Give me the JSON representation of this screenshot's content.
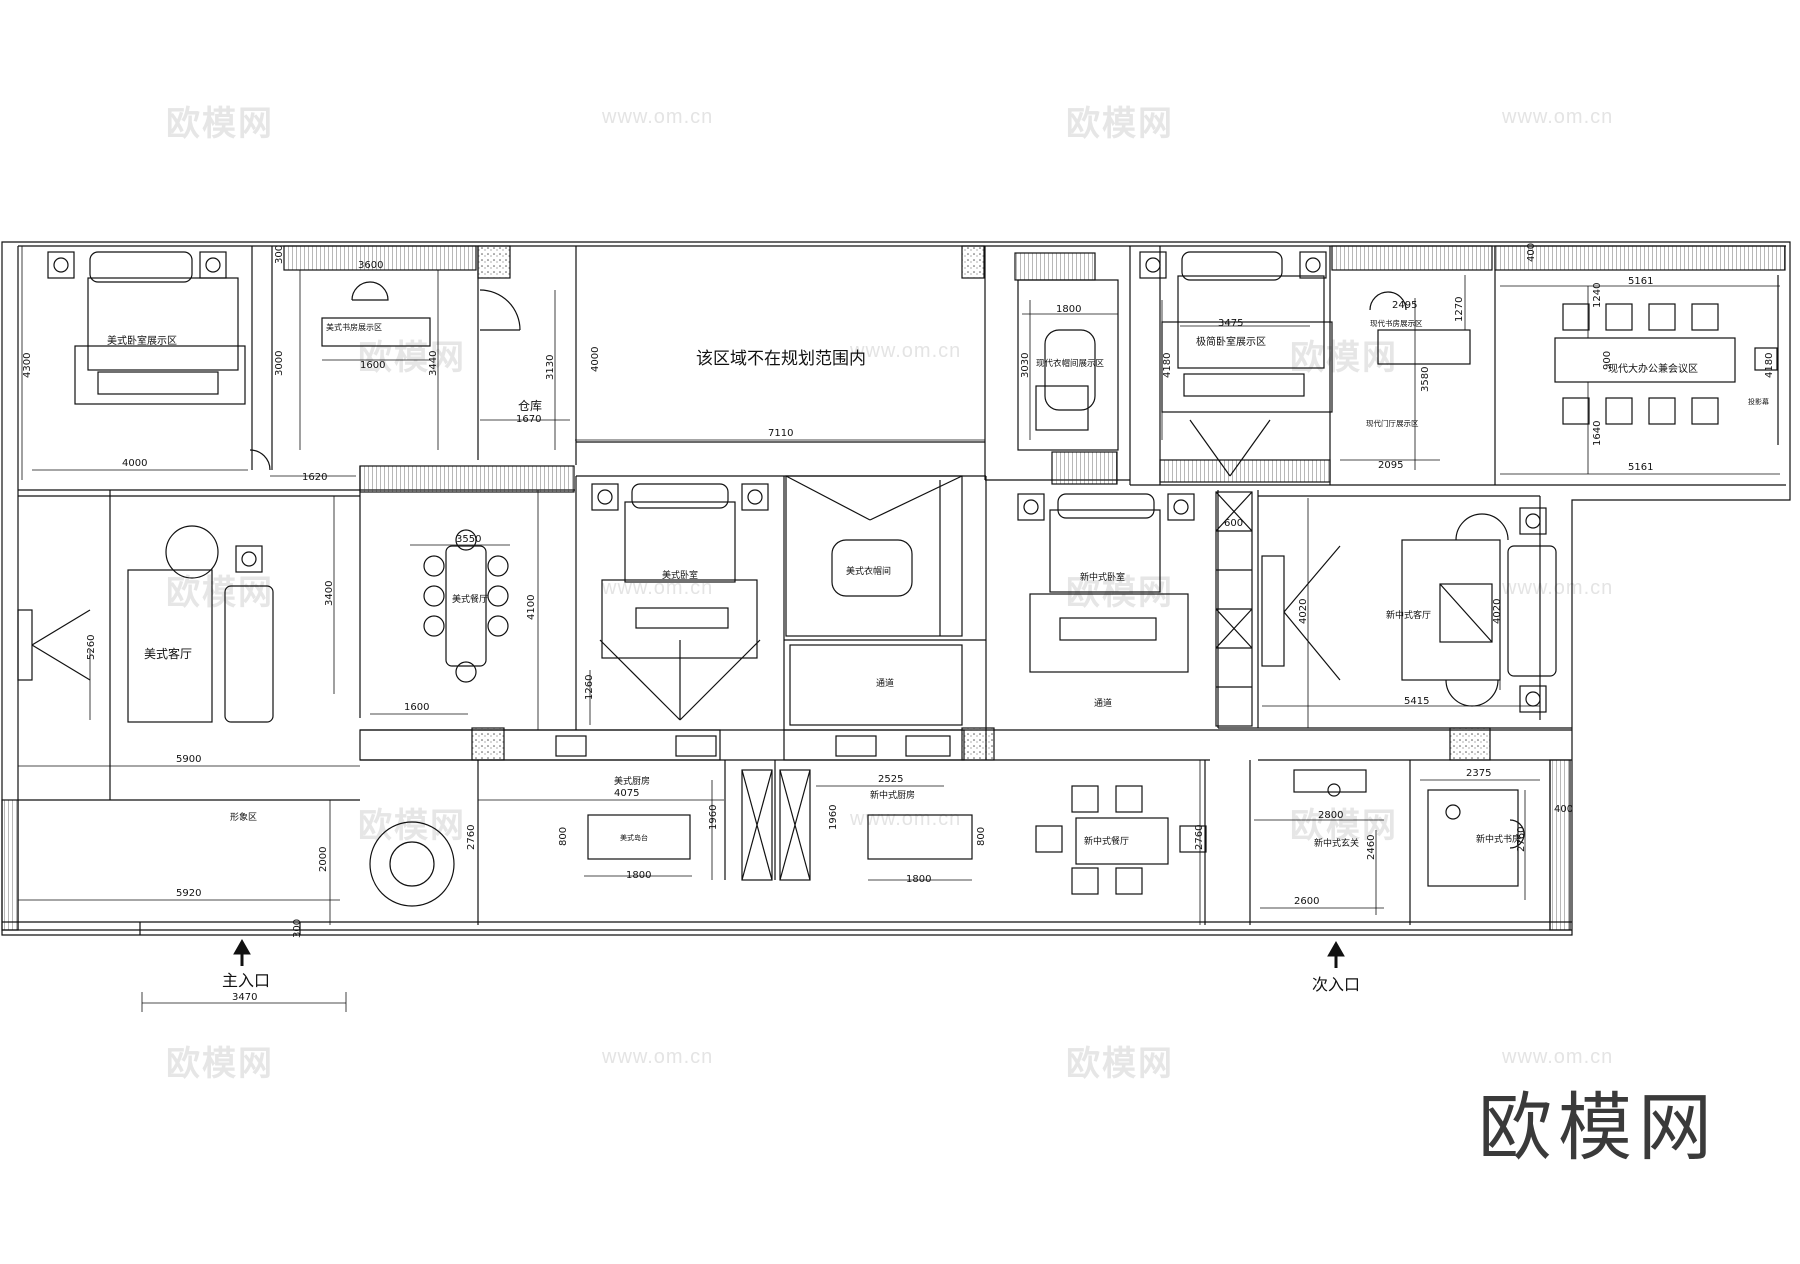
{
  "watermarks": {
    "brand_cn": "欧模网",
    "url": "www.om.cn",
    "corner_brand": "欧模网"
  },
  "rooms": {
    "us_bedroom_display": "美式卧室展示区",
    "us_study_display": "美式书房展示区",
    "warehouse": "仓库",
    "not_in_scope": "该区域不在规划范围内",
    "modern_wardrobe_display": "现代衣帽间展示区",
    "light_luxury_bedroom_display": "极简卧室展示区",
    "modern_study_display": "现代书房展示区",
    "modern_office_meeting": "现代大办公兼会议区",
    "modern_entry_hall_display": "现代门厅展示区",
    "projection_screen": "投影幕",
    "us_living_room": "美式客厅",
    "us_dining_room": "美式餐厅",
    "us_bedroom": "美式卧室",
    "us_wardrobe": "美式衣帽间",
    "passage_1": "通道",
    "new_chinese_bedroom": "新中式卧室",
    "passage_2": "通道",
    "new_chinese_living_room": "新中式客厅",
    "image_area": "形象区",
    "us_kitchen": "美式厨房",
    "us_island": "美式岛台",
    "new_chinese_kitchen": "新中式厨房",
    "new_chinese_dining": "新中式餐厅",
    "new_chinese_foyer": "新中式玄关",
    "new_chinese_study": "新中式书房"
  },
  "entrances": {
    "main": "主入口",
    "secondary": "次入口"
  },
  "dimensions": {
    "d4300": "4300",
    "d4000": "4000",
    "d300a": "300",
    "d3600": "3600",
    "d3000": "3000",
    "d1600a": "1600",
    "d3440": "3440",
    "d3130": "3130",
    "d1670": "1670",
    "d4000b": "4000",
    "d7110": "7110",
    "d1620": "1620",
    "d1800a": "1800",
    "d3030": "3030",
    "d3475": "3475",
    "d4180a": "4180",
    "d2495": "2495",
    "d3580": "3580",
    "d2095": "2095",
    "d1270": "1270",
    "d400a": "400",
    "d5161a": "5161",
    "d1240": "1240",
    "d900": "900",
    "d4180b": "4180",
    "d1640": "1640",
    "d5161b": "5161",
    "d3550": "3550",
    "d3400": "3400",
    "d4100": "4100",
    "d5260": "5260",
    "d1260": "1260",
    "d600": "600",
    "d4020a": "4020",
    "d4020b": "4020",
    "d5415": "5415",
    "d1600b": "1600",
    "d5900": "5900",
    "d4075": "4075",
    "d800a": "800",
    "d1960a": "1960",
    "d1800b": "1800",
    "d2525": "2525",
    "d1960b": "1960",
    "d800b": "800",
    "d1800c": "1800",
    "d2760a": "2760",
    "d2760b": "2760",
    "d2800": "2800",
    "d2460": "2460",
    "d2600": "2600",
    "d2375": "2375",
    "d400b": "400",
    "d2760c": "2760",
    "d2000": "2000",
    "d5920": "5920",
    "d300b": "300",
    "d3470": "3470"
  }
}
